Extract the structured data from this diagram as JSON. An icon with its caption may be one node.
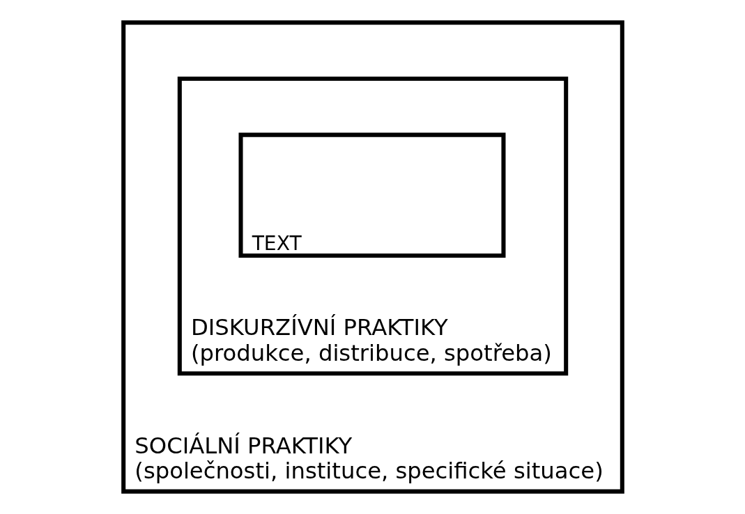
{
  "diagram": {
    "nodes": [
      {
        "text": [
          "SOCIÁLNÍ PRAKTIKY",
          "(společnosti, instituce, specifické situace)"
        ]
      },
      {
        "text": [
          "DISKURZÍVNÍ PRAKTIKY",
          "(produkce, distribuce, spotřeba)"
        ],
        "in": 0
      },
      {
        "text": [
          "TEXT"
        ],
        "in": 1
      }
    ]
  }
}
